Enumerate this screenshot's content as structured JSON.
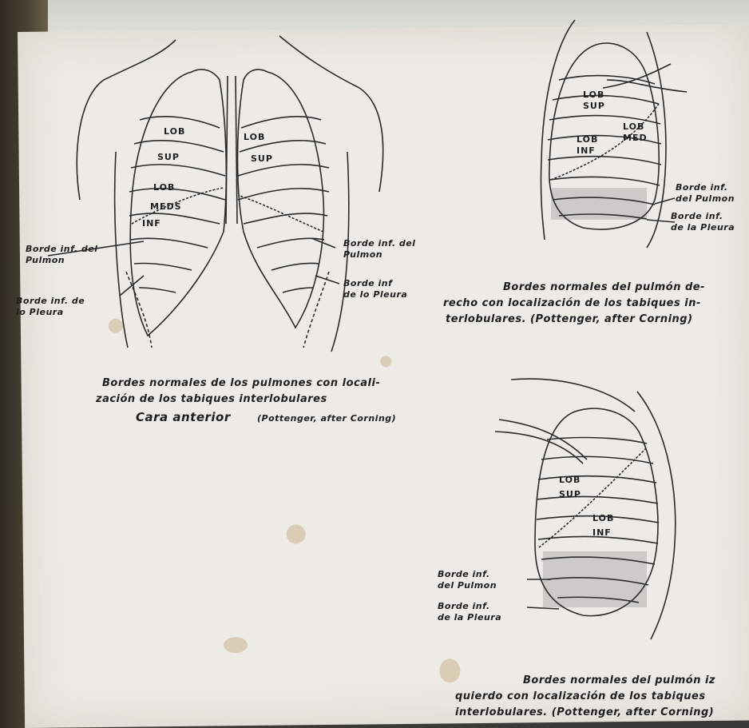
{
  "anterior": {
    "labels": {
      "lob": "LOB",
      "sup": "SUP",
      "lob2": "LOB",
      "med": "MEDS",
      "inf": "INF",
      "lob_left": "LOB",
      "sup_left": "SUP",
      "borde_pulmon_right": "Borde inf. del\nPulmon",
      "borde_pleura_right": "Borde inf. de\nlo Pleura",
      "borde_pulmon_left": "Borde inf. del\nPulmon",
      "borde_pleura_left": "Borde inf\nde lo Pleura"
    },
    "caption_line1": "Bordes normales de los pulmones con locali-",
    "caption_line2": "zación de los tabiques interlobulares",
    "caption_line3": "Cara anterior",
    "caption_credit": "(Pottenger, after Corning)"
  },
  "right_lung": {
    "labels": {
      "lob_sup": "LOB\nSUP",
      "lob_med": "LOB\nMED",
      "lob_inf": "LOB\nINF",
      "borde_pulmon": "Borde inf.\ndel Pulmon",
      "borde_pleura": "Borde inf.\nde la Pleura"
    },
    "caption_line1": "Bordes normales del pulmón de-",
    "caption_line2": "recho con localización de los tabiques in-",
    "caption_line3": "terlobulares. (Pottenger, after Corning)"
  },
  "left_lung": {
    "labels": {
      "lob_sup": "LOB\nSUP",
      "lob_inf": "LOB\nINF",
      "borde_pulmon": "Borde inf.\ndel Pulmon",
      "borde_pleura": "Borde inf.\nde la Pleura"
    },
    "caption_line1": "Bordes normales del pulmón iz",
    "caption_line2": "quierdo con localización de los tabiques",
    "caption_line3": "interlobulares. (Pottenger, after Corning)"
  }
}
